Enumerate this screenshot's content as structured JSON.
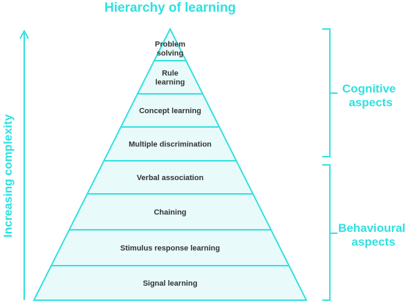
{
  "title": "Hierarchy of learning",
  "axis_label": "Increasing complexity",
  "levels": [
    {
      "lines": [
        "Problem",
        "solving"
      ]
    },
    {
      "lines": [
        "Rule",
        "learning"
      ]
    },
    {
      "lines": [
        "Concept learning"
      ]
    },
    {
      "lines": [
        "Multiple discrimination"
      ]
    },
    {
      "lines": [
        "Verbal association"
      ]
    },
    {
      "lines": [
        "Chaining"
      ]
    },
    {
      "lines": [
        "Stimulus response learning"
      ]
    },
    {
      "lines": [
        "Signal learning"
      ]
    }
  ],
  "groups": [
    {
      "lines": [
        "Cognitive",
        "aspects"
      ]
    },
    {
      "lines": [
        "Behavioural",
        "aspects"
      ]
    }
  ],
  "colors": {
    "accent": "#2fe0e0",
    "fill": "#e8fafa",
    "text": "#333333"
  }
}
